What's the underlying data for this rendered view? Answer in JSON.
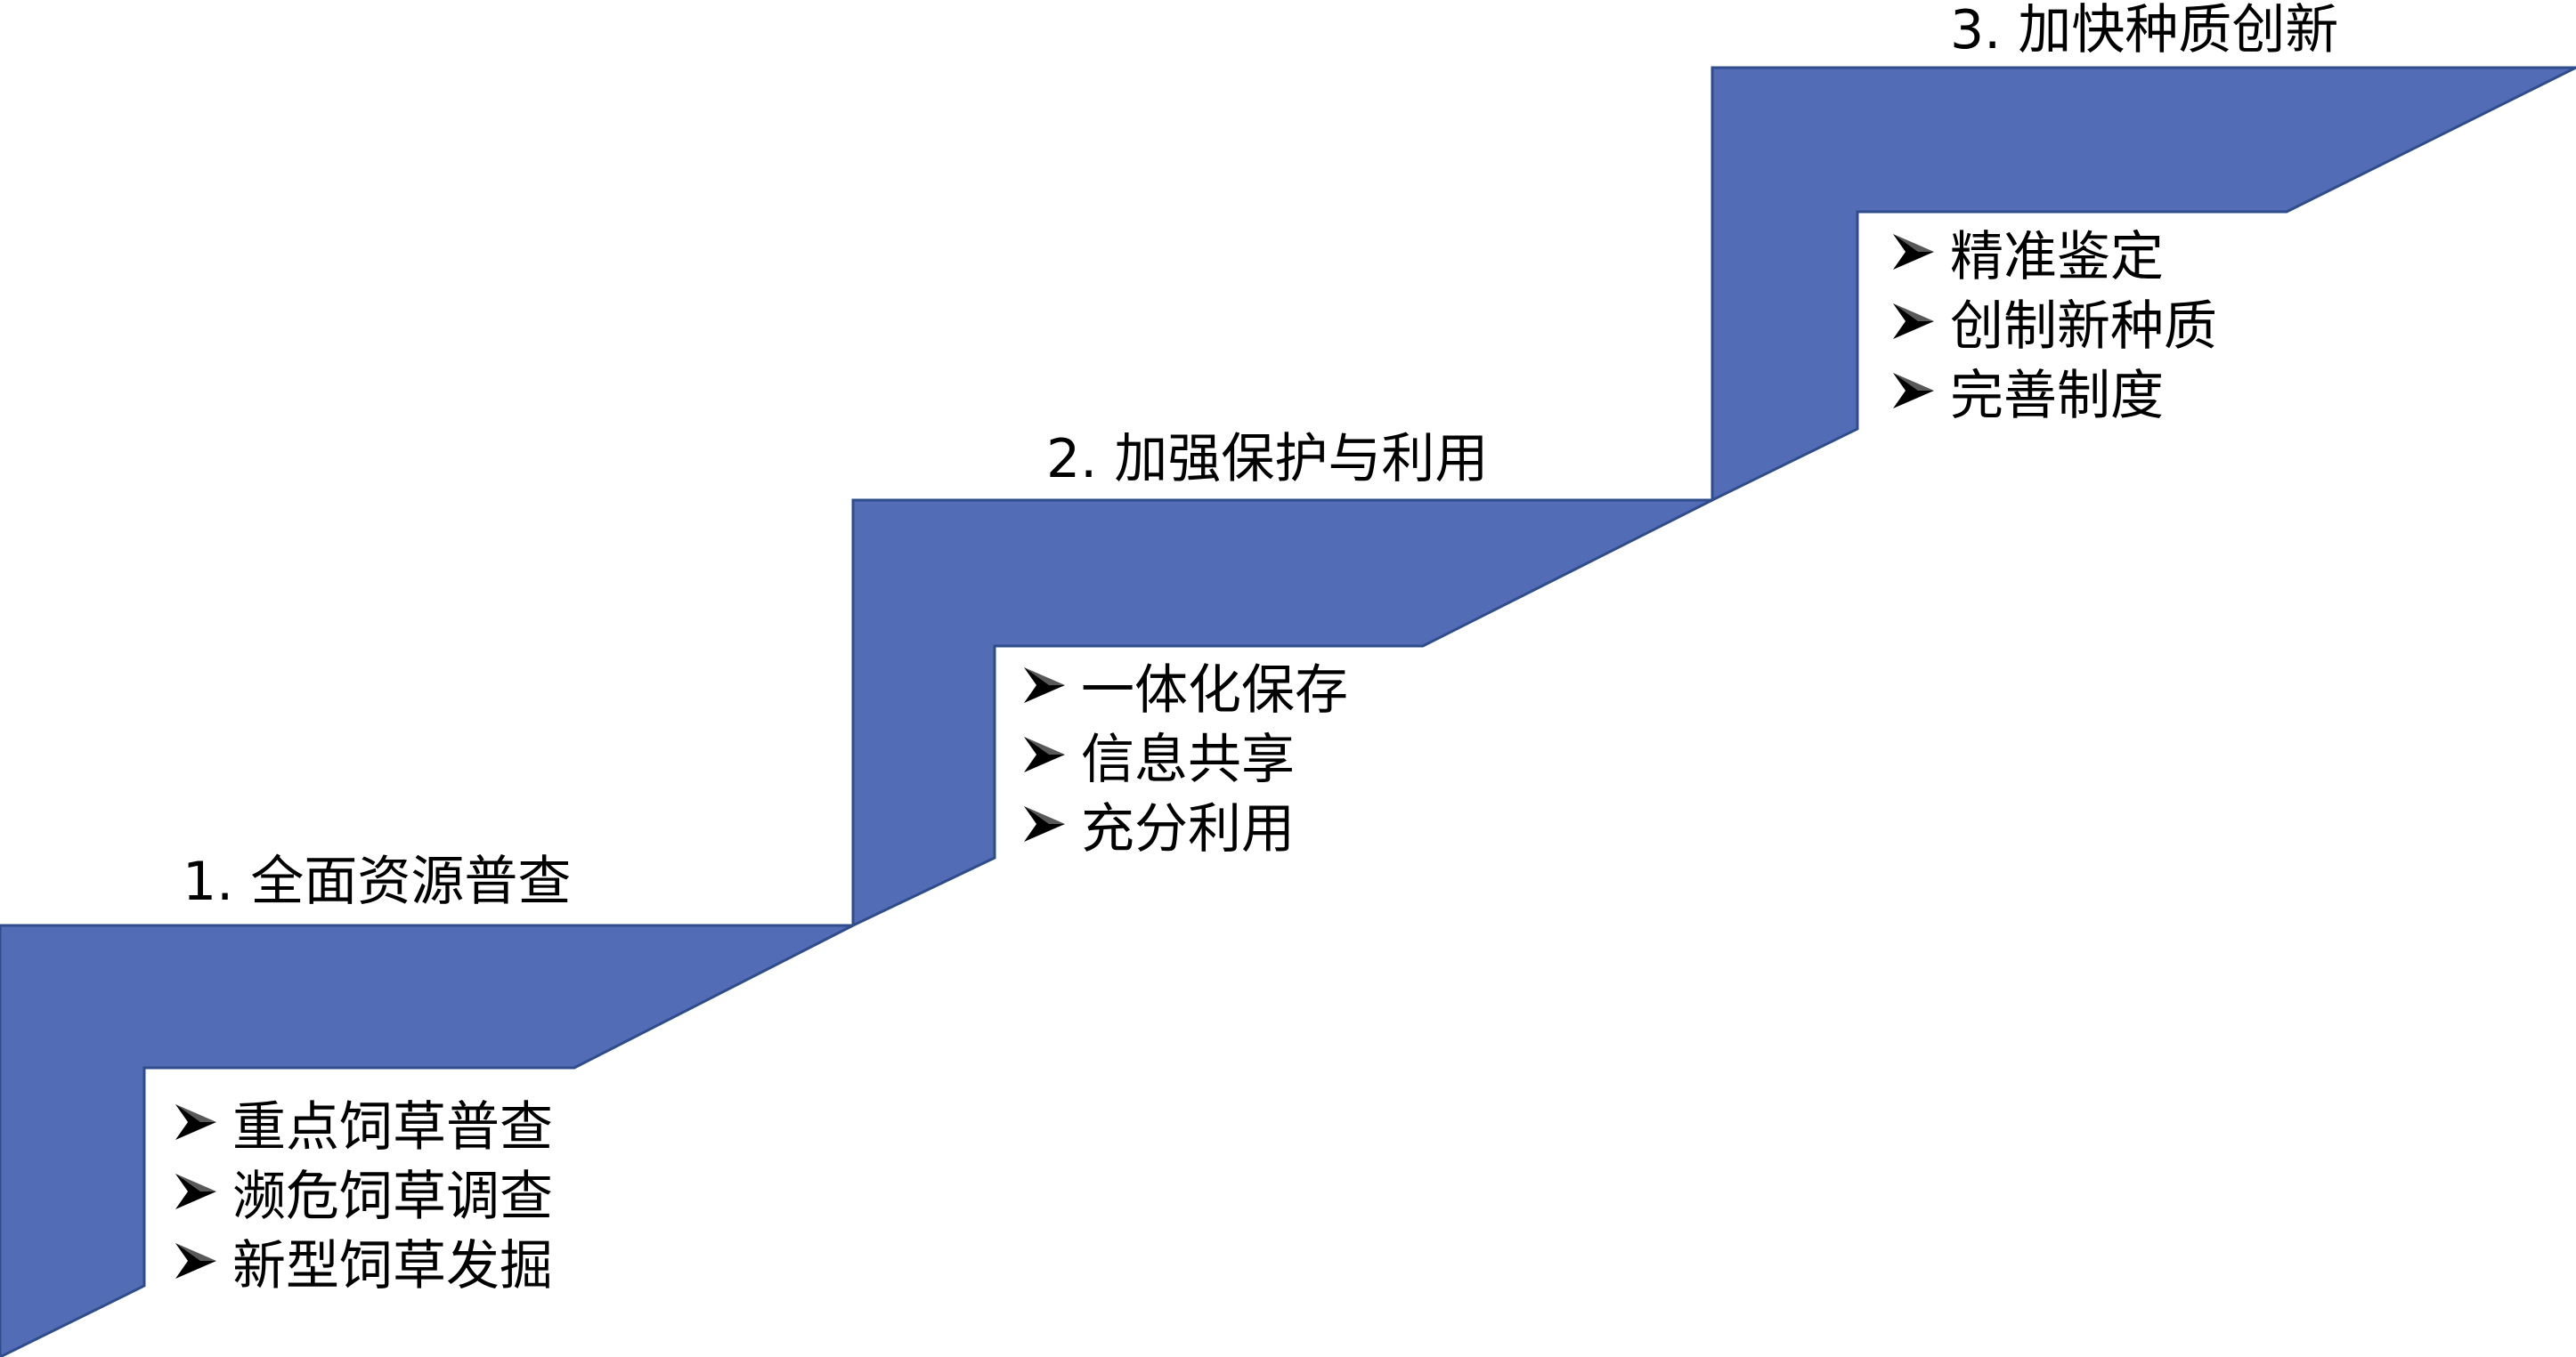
{
  "colors": {
    "step_fill": "#536cb6",
    "step_stroke": "#2f4c8c",
    "text": "#000000"
  },
  "steps": [
    {
      "title": "1. 全面资源普查",
      "items": [
        "重点饲草普查",
        "濒危饲草调查",
        "新型饲草发掘"
      ]
    },
    {
      "title": "2. 加强保护与利用",
      "items": [
        "一体化保存",
        "信息共享",
        "充分利用"
      ]
    },
    {
      "title": "3. 加快种质创新",
      "items": [
        "精准鉴定",
        "创制新种质",
        "完善制度"
      ]
    }
  ],
  "bullet_icon": "arrowhead-bullet-icon"
}
